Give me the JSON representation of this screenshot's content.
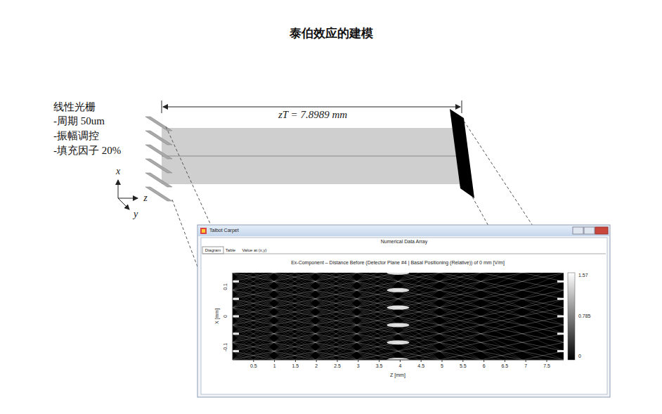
{
  "diagram": {
    "title": "泰伯效应的建模",
    "labels": [
      "线性光栅",
      "-周期 50um",
      "-振幅调控",
      "-填充因子 20%",
      "x",
      "z",
      "y",
      "zT = 7.8989 mm",
      "Talbot Carpet",
      "Numerical Data Array",
      "Diagram",
      "Table",
      "Value at (x,y)",
      "Ex-Component – Distance Before (Detector Plane #4 | Basal Positioning (Relative)) of 0 mm  [V/m]",
      "1.57",
      "0.785",
      "0",
      "0.5",
      "1",
      "1.5",
      "2",
      "2.5",
      "3",
      "3.5",
      "4",
      "4.5",
      "5",
      "5.5",
      "6",
      "6.5",
      "7",
      "7.5",
      "Z [mm]",
      "0.1",
      "0",
      "-0.1",
      "X [mm]"
    ]
  }
}
